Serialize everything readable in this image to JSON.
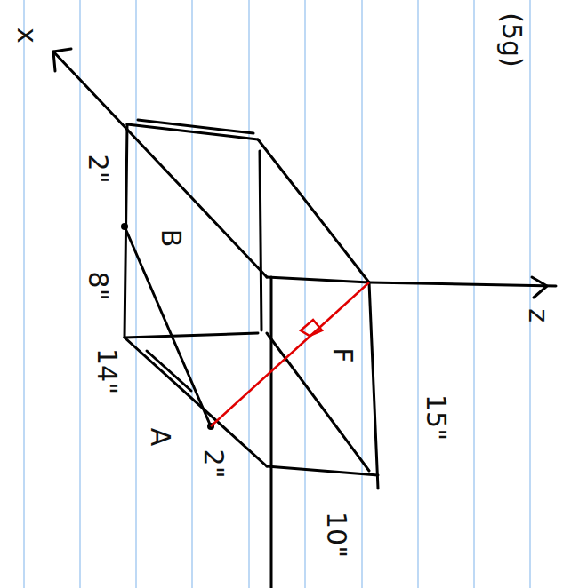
{
  "diagram": {
    "labels": [
      "(5g)",
      "x",
      "z",
      "2\"",
      "8\"",
      "14\"",
      "B",
      "A",
      "F",
      "2\"",
      "10\"",
      "15\""
    ]
  }
}
